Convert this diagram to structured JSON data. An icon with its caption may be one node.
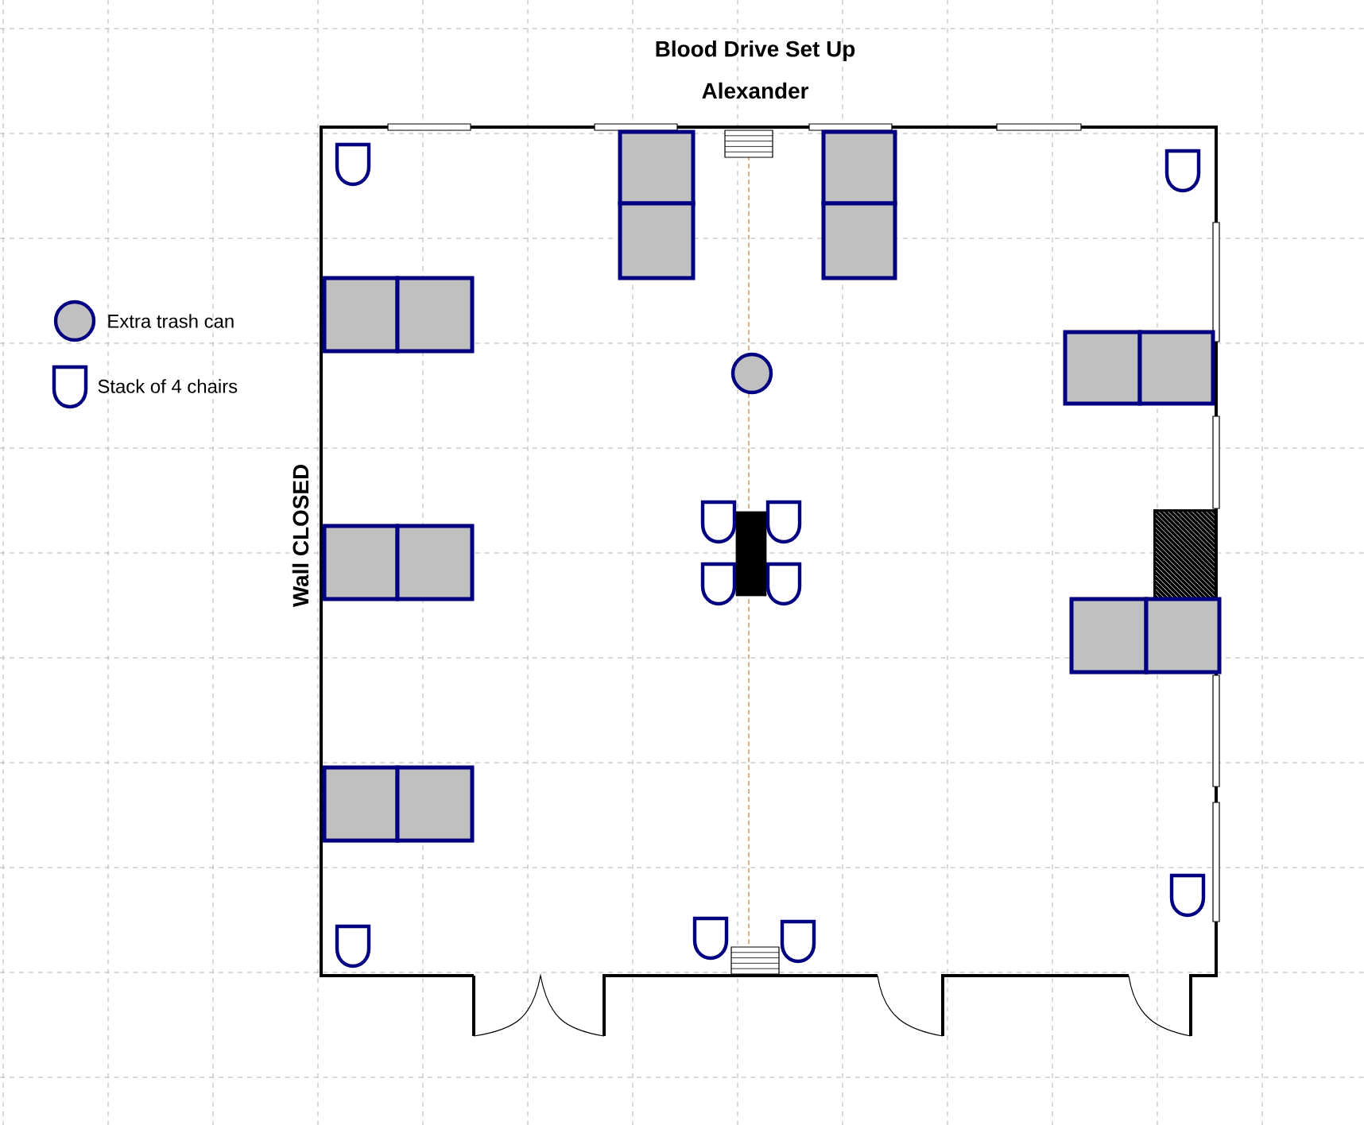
{
  "diagram": {
    "title": "Blood Drive Set Up",
    "labels": [
      "Alexander",
      "Wall CLOSED"
    ],
    "legend": [
      {
        "text": "Extra trash can"
      },
      {
        "text": "Stack of 4 chairs"
      }
    ]
  }
}
